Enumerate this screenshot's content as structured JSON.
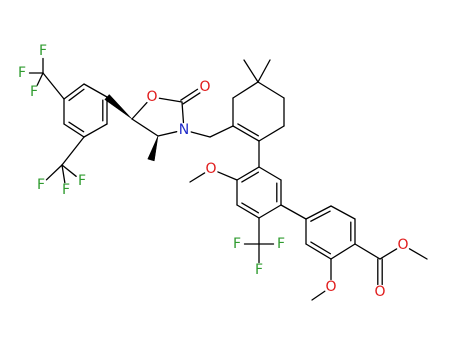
{
  "colors": {
    "F": "#2f9b2f",
    "O": "#e01a1a",
    "N": "#1f2bc8",
    "bond": "#000000",
    "background": "#ffffff"
  },
  "atoms": [
    {
      "id": "F1",
      "label": "F",
      "element": "F"
    },
    {
      "id": "F2",
      "label": "F",
      "element": "F"
    },
    {
      "id": "F3",
      "label": "F",
      "element": "F"
    },
    {
      "id": "F4",
      "label": "F",
      "element": "F"
    },
    {
      "id": "F5",
      "label": "F",
      "element": "F"
    },
    {
      "id": "F6",
      "label": "F",
      "element": "F"
    },
    {
      "id": "F7",
      "label": "F",
      "element": "F"
    },
    {
      "id": "F8",
      "label": "F",
      "element": "F"
    },
    {
      "id": "F9",
      "label": "F",
      "element": "F"
    },
    {
      "id": "O_ring",
      "label": "O",
      "element": "O"
    },
    {
      "id": "O_carbonyl",
      "label": "O",
      "element": "O"
    },
    {
      "id": "N_ring",
      "label": "N",
      "element": "N"
    },
    {
      "id": "O_methoxy_left",
      "label": "O",
      "element": "O"
    },
    {
      "id": "O_methoxy_right",
      "label": "O",
      "element": "O"
    },
    {
      "id": "O_ester_double",
      "label": "O",
      "element": "O"
    },
    {
      "id": "O_ester_single",
      "label": "O",
      "element": "O"
    }
  ]
}
